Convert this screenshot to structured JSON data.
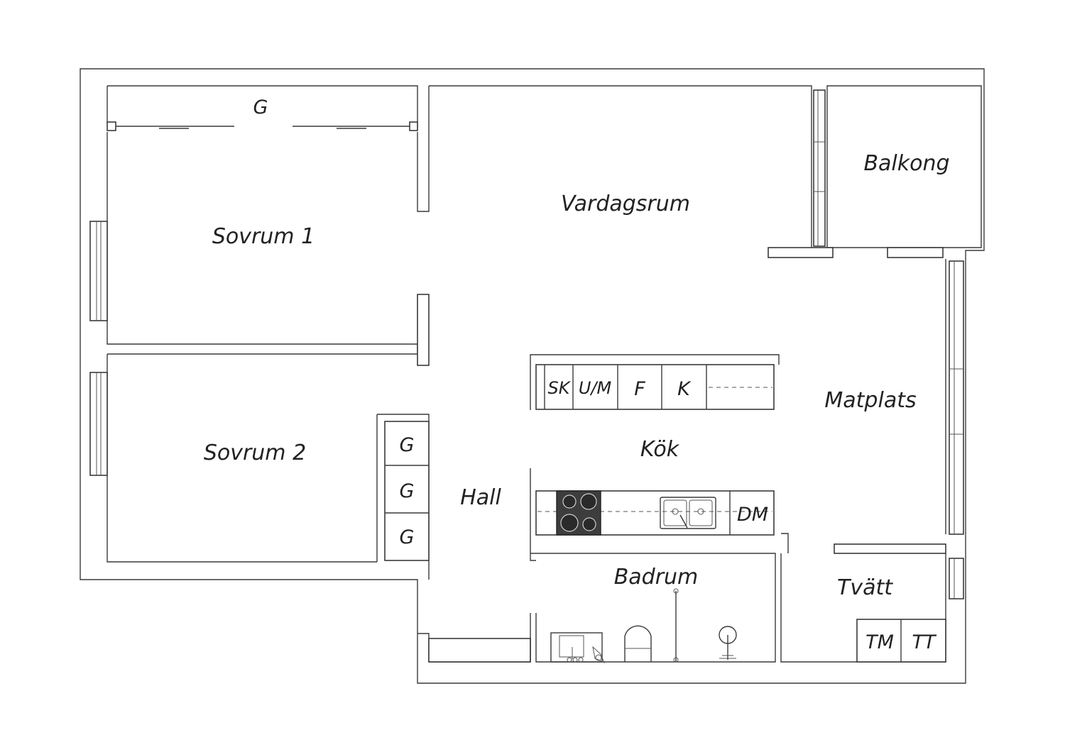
{
  "rooms": {
    "sovrum1": "Sovrum 1",
    "sovrum2": "Sovrum 2",
    "vardagsrum": "Vardagsrum",
    "balkong": "Balkong",
    "matplats": "Matplats",
    "kok": "Kök",
    "hall": "Hall",
    "badrum": "Badrum",
    "tvatt": "Tvätt"
  },
  "fixtures": {
    "wardrobe_bedroom1": "G",
    "wardrobe_hall_1": "G",
    "wardrobe_hall_2": "G",
    "wardrobe_hall_3": "G",
    "kitchen_sk": "SK",
    "kitchen_um": "U/M",
    "kitchen_f": "F",
    "kitchen_k": "K",
    "dishwasher": "DM",
    "washing_machine": "TM",
    "tumble_dryer": "TT"
  }
}
